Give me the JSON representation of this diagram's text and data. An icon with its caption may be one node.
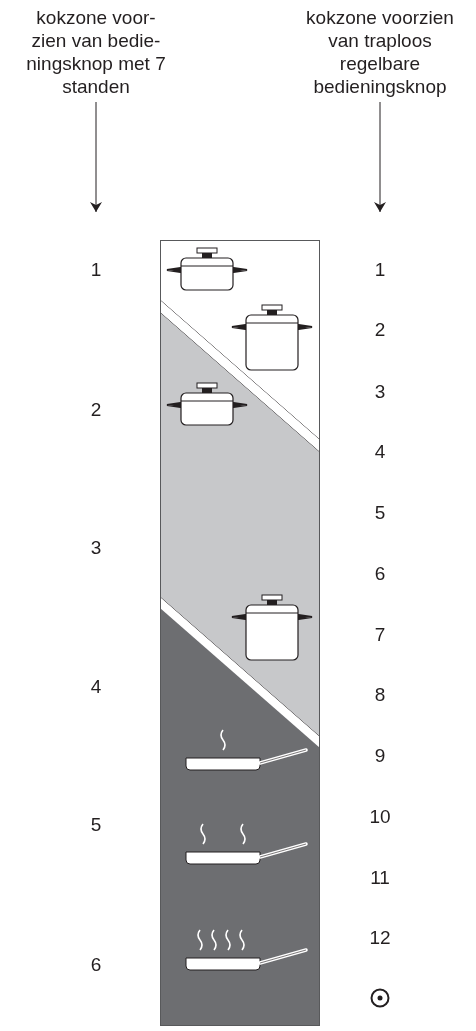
{
  "diagram": {
    "nodes": [
      {
        "text": [
          "kokzone voor- zien van bedie- ningsknop met 7 standen"
        ]
      },
      {
        "text": [
          "kokzone voorzien van traploos regelbare bedieningsknop"
        ]
      }
    ],
    "edges": [
      {
        "from": 0,
        "to": null,
        "arrow": "to"
      },
      {
        "from": 1,
        "to": null,
        "arrow": "to"
      }
    ],
    "labels": [
      "1",
      "2",
      "3",
      "4",
      "5",
      "6",
      "1",
      "2",
      "3",
      "4",
      "5",
      "6",
      "7",
      "8",
      "9",
      "10",
      "11",
      "12"
    ]
  }
}
